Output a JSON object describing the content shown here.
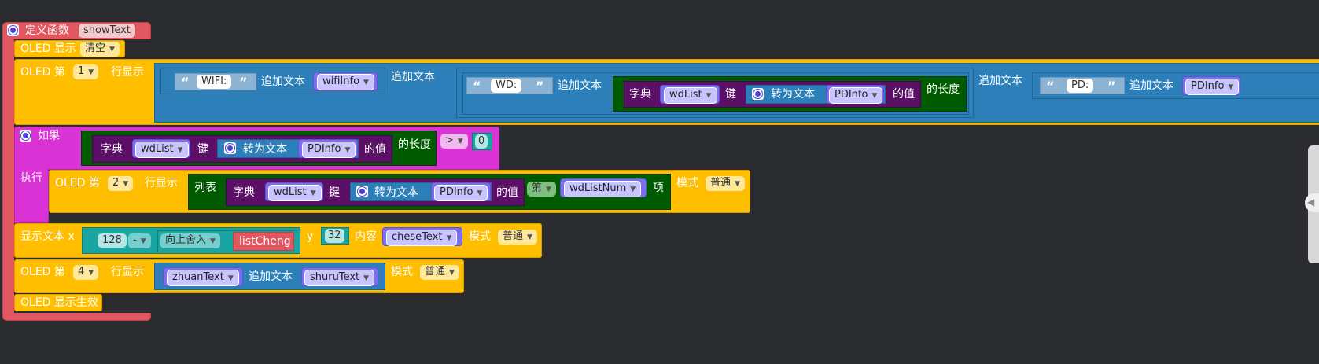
{
  "func": {
    "header": "定义函数",
    "name": "showText"
  },
  "oled_show": {
    "label": "OLED 显示",
    "value": "清空"
  },
  "line1": {
    "prefix": "OLED 第",
    "row": "1",
    "suffix": "行显示",
    "wifi_literal": "WIFI:",
    "append1": "追加文本",
    "wifi_var": "wifiInfo",
    "append2": "追加文本",
    "wd_literal": "WD:",
    "append3": "追加文本",
    "dict": "字典",
    "dict_var": "wdList",
    "key": "键",
    "totext": "转为文本",
    "pd_var": "PDInfo",
    "value_of": "的值",
    "length": "的长度",
    "append4": "追加文本",
    "pd_literal": "PD:",
    "append5": "追加文本",
    "pd_var2": "PDInfo"
  },
  "if_block": {
    "label": "如果",
    "dict": "字典",
    "dict_var": "wdList",
    "key": "键",
    "totext": "转为文本",
    "pd_var": "PDInfo",
    "value_of": "的值",
    "length": "的长度",
    "op": ">",
    "num": "0",
    "do": "执行"
  },
  "line2": {
    "prefix": "OLED 第",
    "row": "2",
    "suffix": "行显示",
    "list": "列表",
    "dict": "字典",
    "dict_var": "wdList",
    "key": "键",
    "totext": "转为文本",
    "pd_var": "PDInfo",
    "value_of": "的值",
    "index_label": "第",
    "index_var": "wdListNum",
    "item": "项",
    "mode": "模式",
    "mode_value": "普通"
  },
  "show_text": {
    "label": "显示文本 x",
    "num1": "128",
    "op": "-",
    "round": "向上舍入",
    "var": "listCheng",
    "y": "y",
    "y_val": "32",
    "content": "内容",
    "content_var": "cheseText",
    "mode": "模式",
    "mode_value": "普通"
  },
  "line4": {
    "prefix": "OLED 第",
    "row": "4",
    "suffix": "行显示",
    "var1": "zhuanText",
    "append": "追加文本",
    "var2": "shuruText",
    "mode": "模式",
    "mode_value": "普通"
  },
  "oled_apply": {
    "label": "OLED 显示生效"
  }
}
